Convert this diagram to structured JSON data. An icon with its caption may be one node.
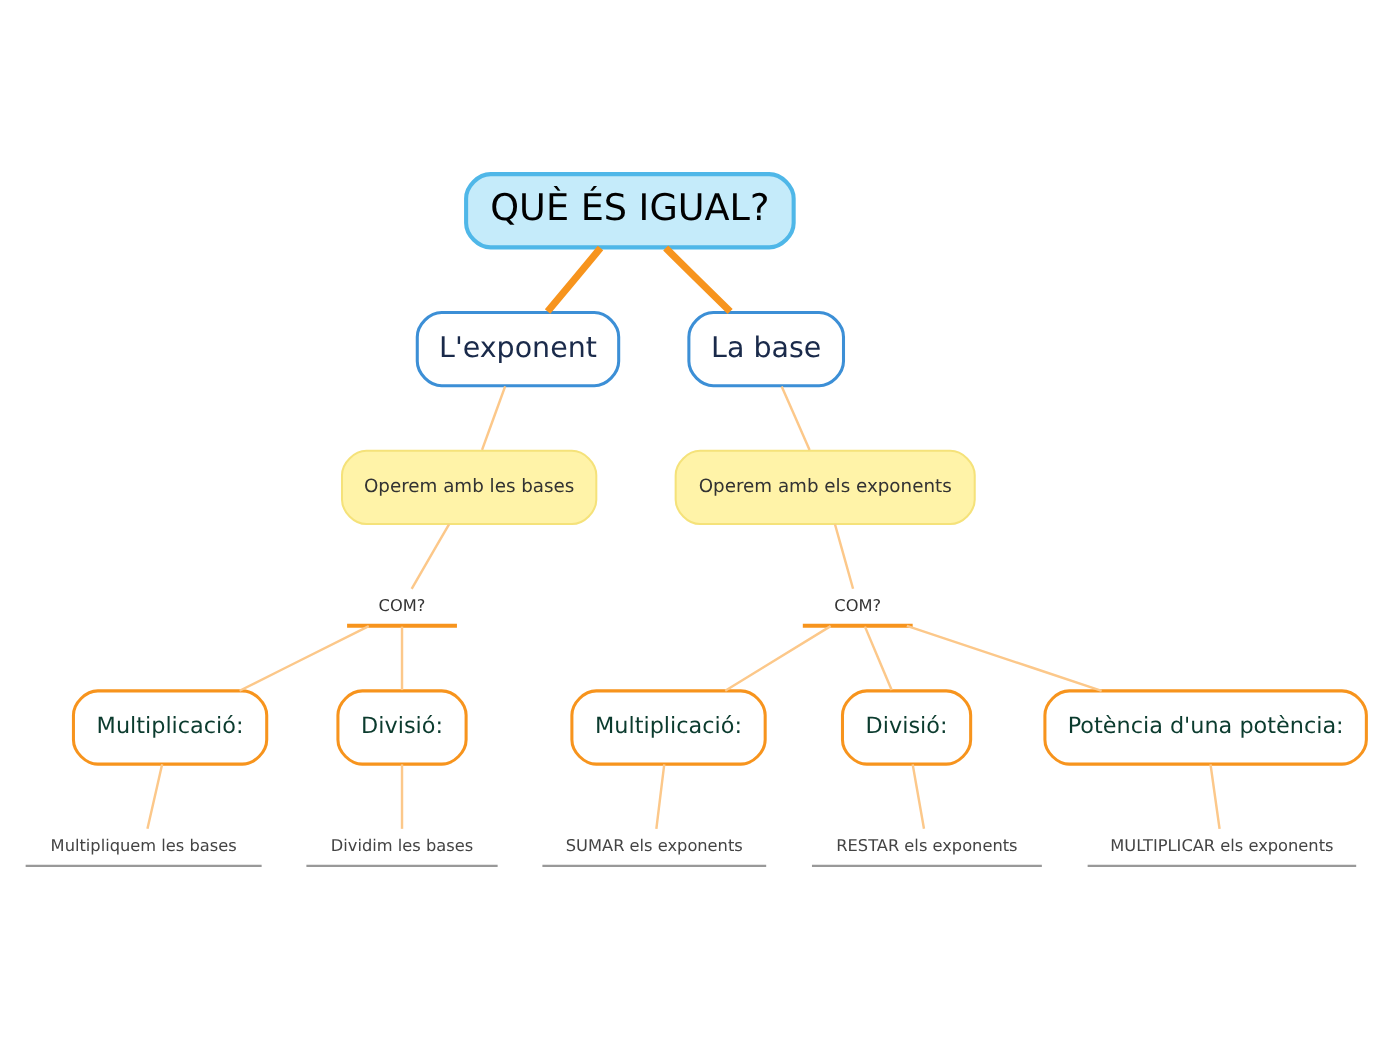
{
  "diagram": {
    "nodes": [
      {
        "text": [
          "QUÈ ÉS IGUAL?"
        ]
      },
      {
        "text": [
          "L'exponent"
        ]
      },
      {
        "text": [
          "Operem amb les bases"
        ]
      },
      {
        "text": [
          "COM?"
        ]
      },
      {
        "text": [
          "Multiplicació:"
        ]
      },
      {
        "text": [
          "Divisió:"
        ]
      },
      {
        "text": [
          "Multipliquem les bases"
        ]
      },
      {
        "text": [
          "Dividim les bases"
        ]
      },
      {
        "text": [
          "La base"
        ]
      },
      {
        "text": [
          "Operem amb els exponents"
        ]
      },
      {
        "text": [
          "COM?"
        ]
      },
      {
        "text": [
          "Multiplicació:"
        ]
      },
      {
        "text": [
          "Divisió:"
        ]
      },
      {
        "text": [
          "Potència d'una potència:"
        ]
      },
      {
        "text": [
          "SUMAR els exponents"
        ]
      },
      {
        "text": [
          "RESTAR els exponents"
        ]
      },
      {
        "text": [
          "MULTIPLICAR els exponents"
        ]
      }
    ],
    "edges": [
      {
        "from": 0,
        "to": 1,
        "arrow": "none",
        "style": "thick",
        "color": "#f7941d"
      },
      {
        "from": 1,
        "to": 2,
        "arrow": "none"
      },
      {
        "from": 2,
        "to": 3,
        "arrow": "none"
      },
      {
        "from": 3,
        "to": 4,
        "arrow": "none"
      },
      {
        "from": 3,
        "to": 5,
        "arrow": "none"
      },
      {
        "from": 4,
        "to": 6,
        "arrow": "none"
      },
      {
        "from": 5,
        "to": 7,
        "arrow": "none"
      },
      {
        "from": 0,
        "to": 8,
        "arrow": "none",
        "style": "thick",
        "color": "#f7941d"
      },
      {
        "from": 8,
        "to": 9,
        "arrow": "none"
      },
      {
        "from": 9,
        "to": 10,
        "arrow": "none"
      },
      {
        "from": 10,
        "to": 11,
        "arrow": "none"
      },
      {
        "from": 10,
        "to": 12,
        "arrow": "none"
      },
      {
        "from": 10,
        "to": 13,
        "arrow": "none"
      },
      {
        "from": 11,
        "to": 14,
        "arrow": "none"
      },
      {
        "from": 12,
        "to": 15,
        "arrow": "none"
      },
      {
        "from": 13,
        "to": 16,
        "arrow": "none"
      }
    ]
  }
}
